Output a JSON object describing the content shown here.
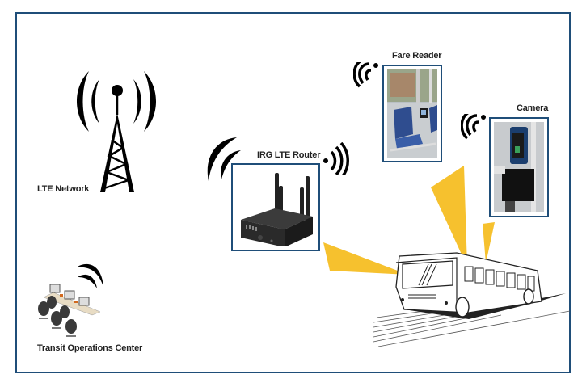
{
  "diagram": {
    "border_color": "#1f4e79",
    "beam_color": "#f6c12e",
    "nodes": [
      {
        "id": "lte-network",
        "label": "LTE Network",
        "icon": "cell-tower-icon"
      },
      {
        "id": "irg-lte-router",
        "label": "IRG LTE Router",
        "icon": "router-icon"
      },
      {
        "id": "fare-reader",
        "label": "Fare Reader",
        "icon": "fare-reader-photo"
      },
      {
        "id": "camera",
        "label": "Camera",
        "icon": "camera-photo"
      },
      {
        "id": "transit-operations-center",
        "label": "Transit Operations Center",
        "icon": "control-room-icon"
      },
      {
        "id": "bus",
        "label": "",
        "icon": "bus-icon"
      }
    ],
    "connections": [
      {
        "from": "irg-lte-router",
        "to": "bus",
        "style": "yellow-beam"
      },
      {
        "from": "fare-reader",
        "to": "bus",
        "style": "yellow-beam"
      },
      {
        "from": "camera",
        "to": "bus",
        "style": "yellow-beam"
      },
      {
        "from": "lte-network",
        "to": "irg-lte-router",
        "style": "wireless"
      },
      {
        "from": "transit-operations-center",
        "to": "lte-network",
        "style": "wireless"
      }
    ]
  },
  "labels": {
    "lte_network": "LTE Network",
    "router": "IRG LTE Router",
    "fare_reader": "Fare Reader",
    "camera": "Camera",
    "toc": "Transit Operations Center"
  }
}
